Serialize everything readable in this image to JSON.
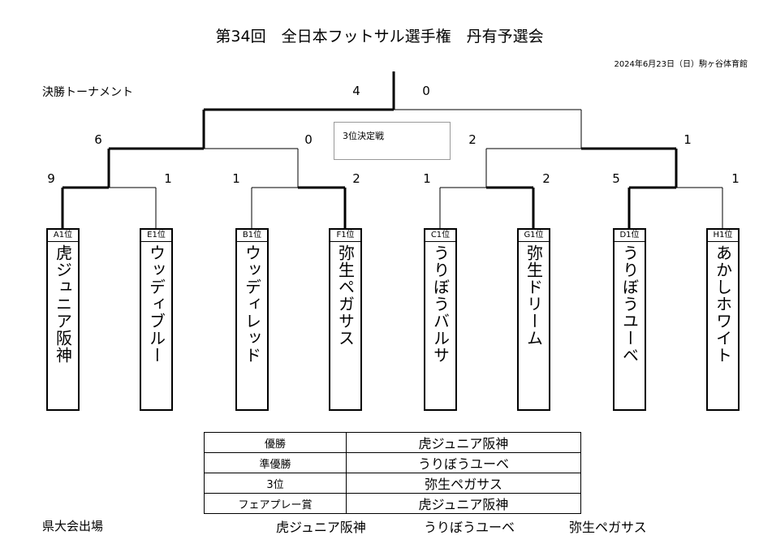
{
  "title": "第34回　全日本フットサル選手権　丹有予選会",
  "subtitle": "2024年6月23日（日）駒ヶ谷体育館",
  "section_label": "決勝トーナメント",
  "third_place_label": "3位決定戦",
  "scores": {
    "final": [
      "4",
      "0"
    ],
    "semi": [
      "6",
      "0",
      "2",
      "1"
    ],
    "quarter": [
      "9",
      "1",
      "1",
      "2",
      "1",
      "2",
      "5",
      "1"
    ]
  },
  "teams": [
    {
      "seed": "A1位",
      "name": "虎ジュニア阪神"
    },
    {
      "seed": "E1位",
      "name": "ウッディブルー"
    },
    {
      "seed": "B1位",
      "name": "ウッディレッド"
    },
    {
      "seed": "F1位",
      "name": "弥生ペガサス"
    },
    {
      "seed": "C1位",
      "name": "うりぼうバルサ"
    },
    {
      "seed": "G1位",
      "name": "弥生ドリーム"
    },
    {
      "seed": "D1位",
      "name": "うりぼうユーベ"
    },
    {
      "seed": "H1位",
      "name": "あかしホワイト"
    }
  ],
  "results": [
    {
      "label": "優勝",
      "team": "虎ジュニア阪神"
    },
    {
      "label": "準優勝",
      "team": "うりぼうユーベ"
    },
    {
      "label": "3位",
      "team": "弥生ペガサス"
    },
    {
      "label": "フェアプレー賞",
      "team": "虎ジュニア阪神"
    }
  ],
  "qualifiers": {
    "label": "県大会出場",
    "teams": [
      "虎ジュニア阪神",
      "うりぼうユーベ",
      "弥生ペガサス"
    ]
  }
}
